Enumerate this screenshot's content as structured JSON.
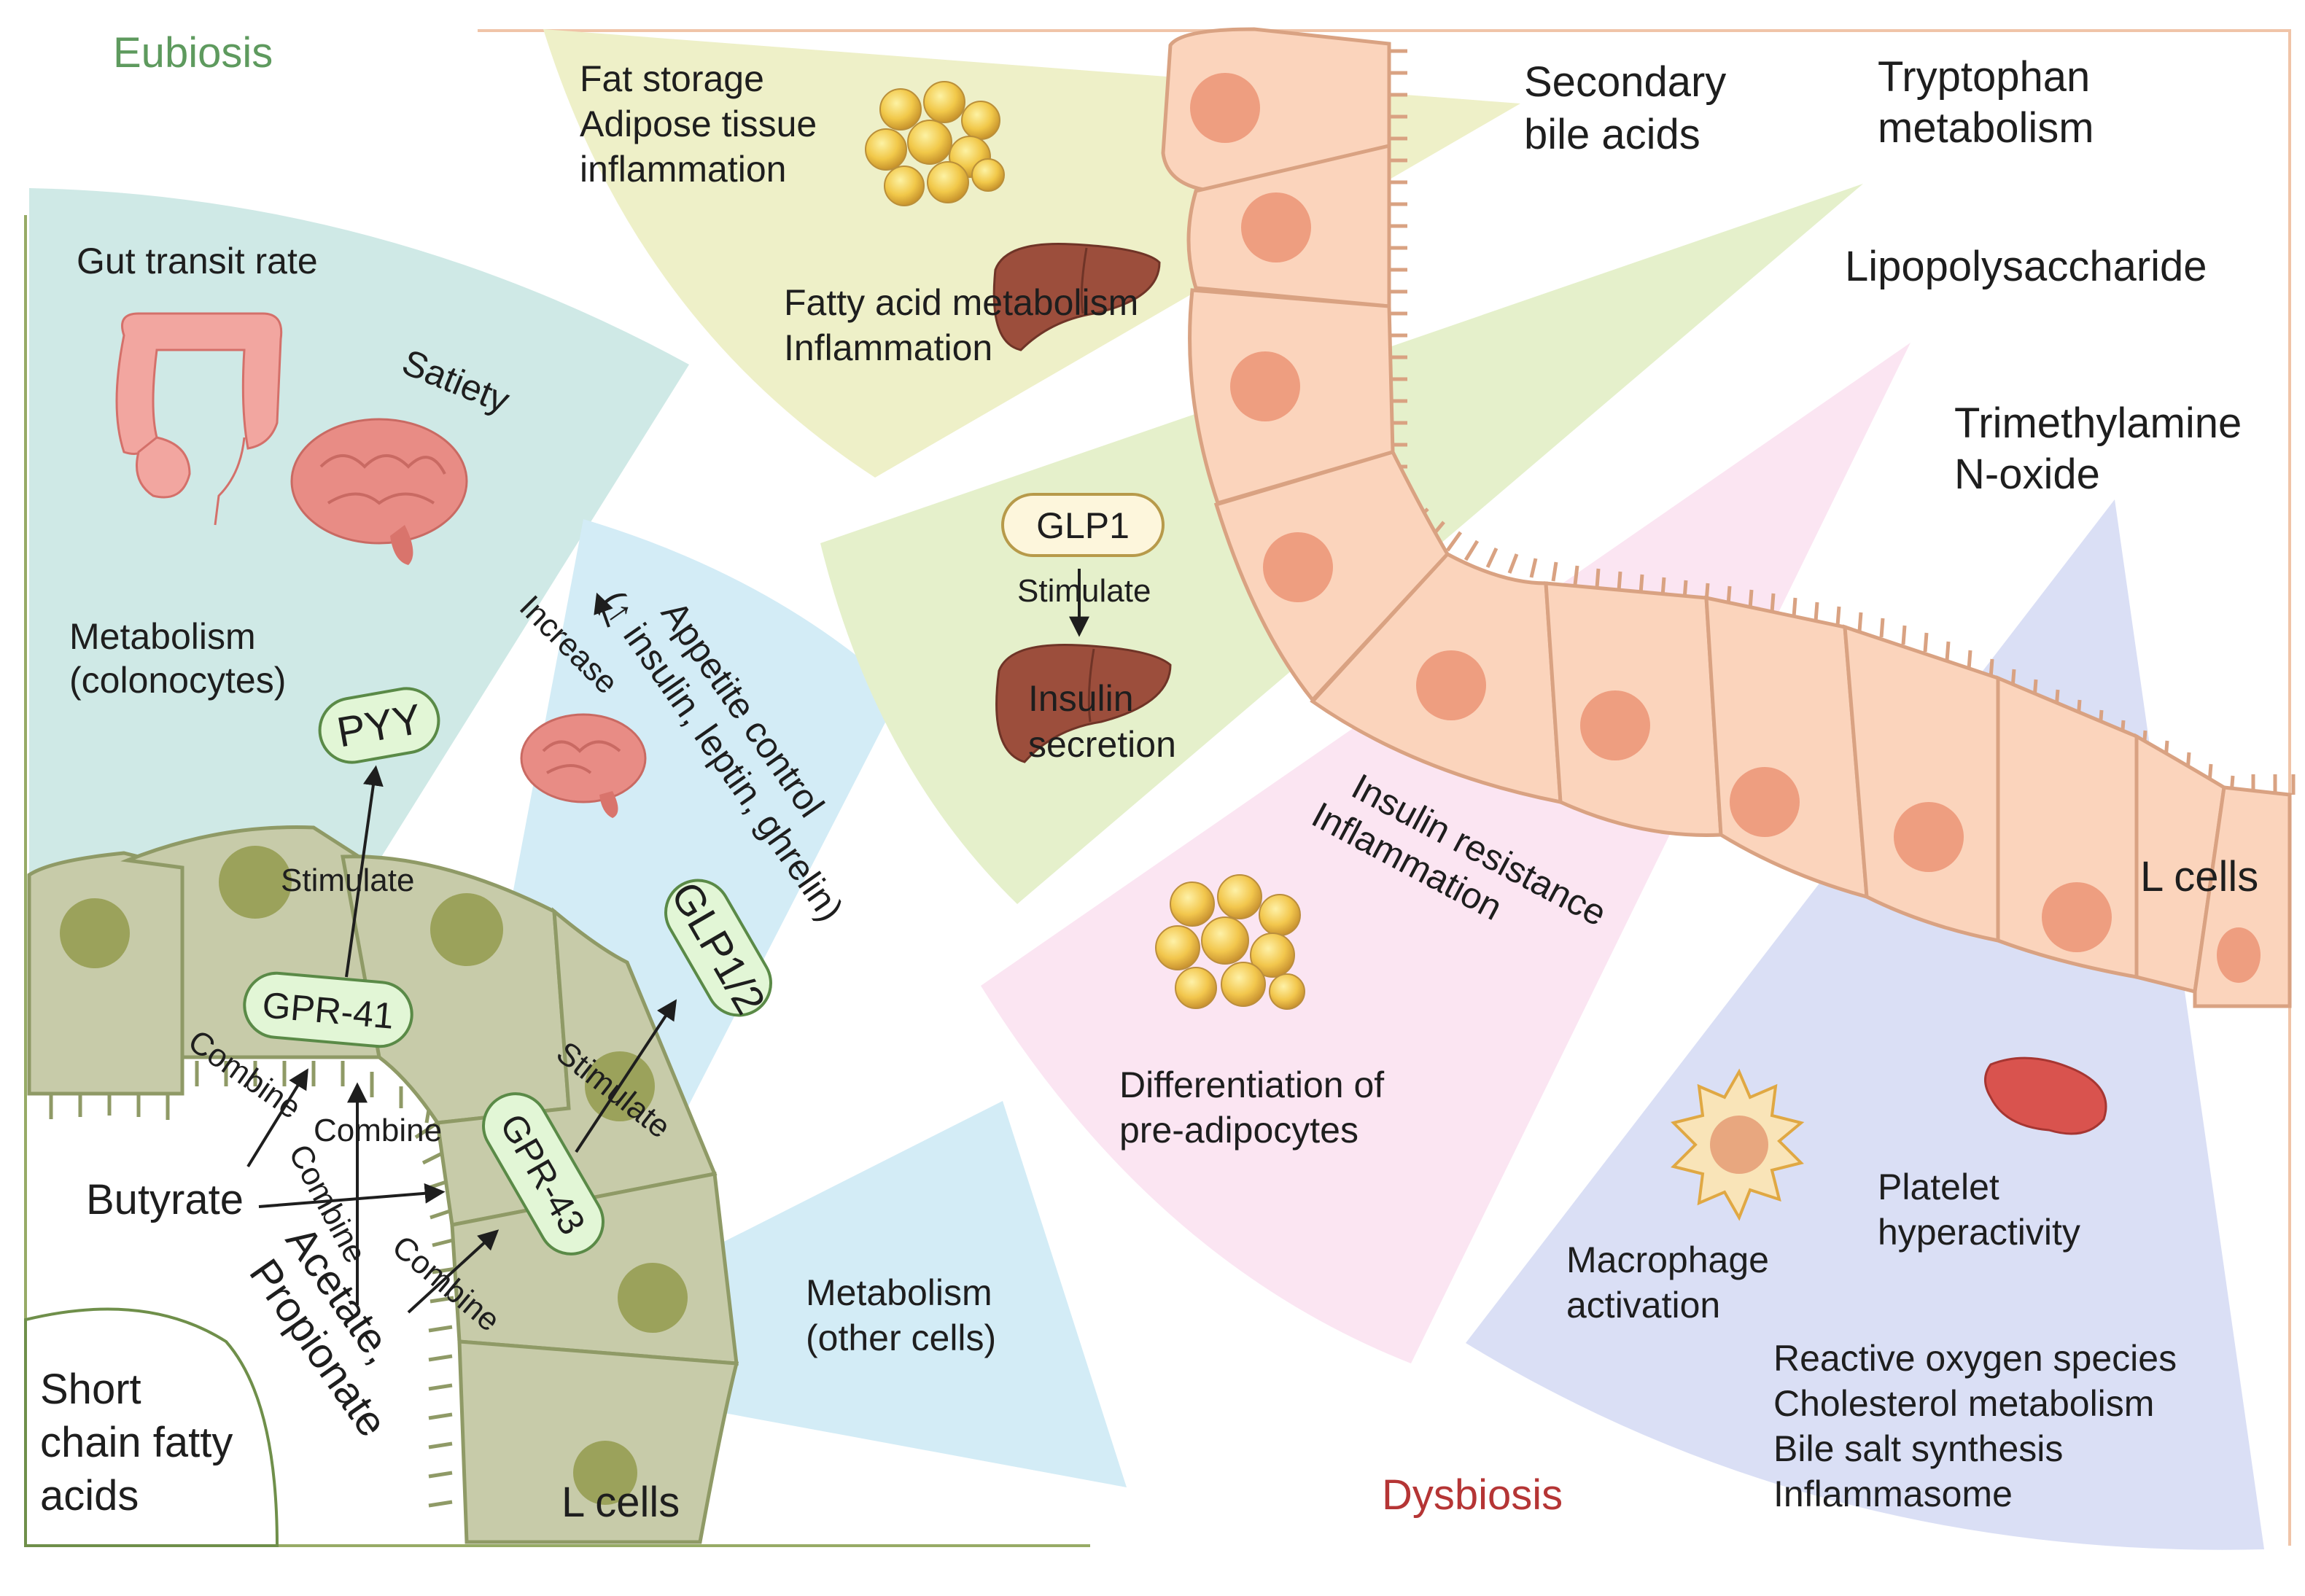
{
  "eubiosis": {
    "title": "Eubiosis",
    "gut_transit_rate": "Gut transit rate",
    "satiety": "Satiety",
    "metabolism_colonocytes": [
      "Metabolism",
      "(colonocytes)"
    ],
    "appetite_control": [
      "Appetite control",
      "(↑ insulin, leptin, ghrelin)"
    ],
    "increase": "Increase",
    "pyy": "PYY",
    "glp12": "GLP1/2",
    "stimulate_pyy": "Stimulate",
    "stimulate_glp": "Stimulate",
    "gpr41": "GPR-41",
    "gpr43": "GPR-43",
    "combine": [
      "Combine",
      "Combine",
      "Combine",
      "Combine"
    ],
    "butyrate": "Butyrate",
    "acetate_propionate": [
      "Acetate,",
      "Propionate"
    ],
    "scfa": [
      "Short",
      "chain fatty",
      "acids"
    ],
    "l_cells_left": "L cells",
    "metabolism_other": [
      "Metabolism",
      "(other cells)"
    ]
  },
  "center": {
    "fat_storage": [
      "Fat storage",
      "Adipose tissue",
      "inflammation"
    ],
    "fatty_acid": [
      "Fatty acid metabolism",
      "Inflammation"
    ],
    "glp1": "GLP1",
    "stimulate": "Stimulate",
    "insulin_secretion": [
      "Insulin",
      "secretion"
    ],
    "insulin_resistance": [
      "Insulin resistance",
      "Inflammation"
    ],
    "differentiation": [
      "Differentiation of",
      "pre-adipocytes"
    ]
  },
  "dysbiosis": {
    "title": "Dysbiosis",
    "secondary_bile_acids": [
      "Secondary",
      "bile acids"
    ],
    "tryptophan": [
      "Tryptophan",
      "metabolism"
    ],
    "lps": "Lipopolysaccharide",
    "tmao": [
      "Trimethylamine",
      "N-oxide"
    ],
    "l_cells_right": "L cells",
    "macrophage": [
      "Macrophage",
      "activation"
    ],
    "platelet": [
      "Platelet",
      "hyperactivity"
    ],
    "effects": [
      "Reactive oxygen species",
      "Cholesterol metabolism",
      "Bile salt synthesis",
      "Inflammasome"
    ]
  },
  "colors": {
    "eubiosis_title": "#5e9a5e",
    "dysbiosis_title": "#b53535",
    "teal_wedge": "#cfe9e6",
    "lightblue_wedge": "#d3ecf6",
    "yellow_wedge": "#eef0c8",
    "green_wedge": "#e5f0cb",
    "pink_wedge": "#fbe5f2",
    "lavender_wedge": "#dadff5",
    "left_cells": "#c7cba9",
    "left_nucleus": "#9ba25b",
    "right_cells": "#fbd4bc",
    "right_nucleus": "#ee9e80",
    "pill_fill": "#e2f6d6",
    "pill_stroke": "#5a8a47"
  }
}
